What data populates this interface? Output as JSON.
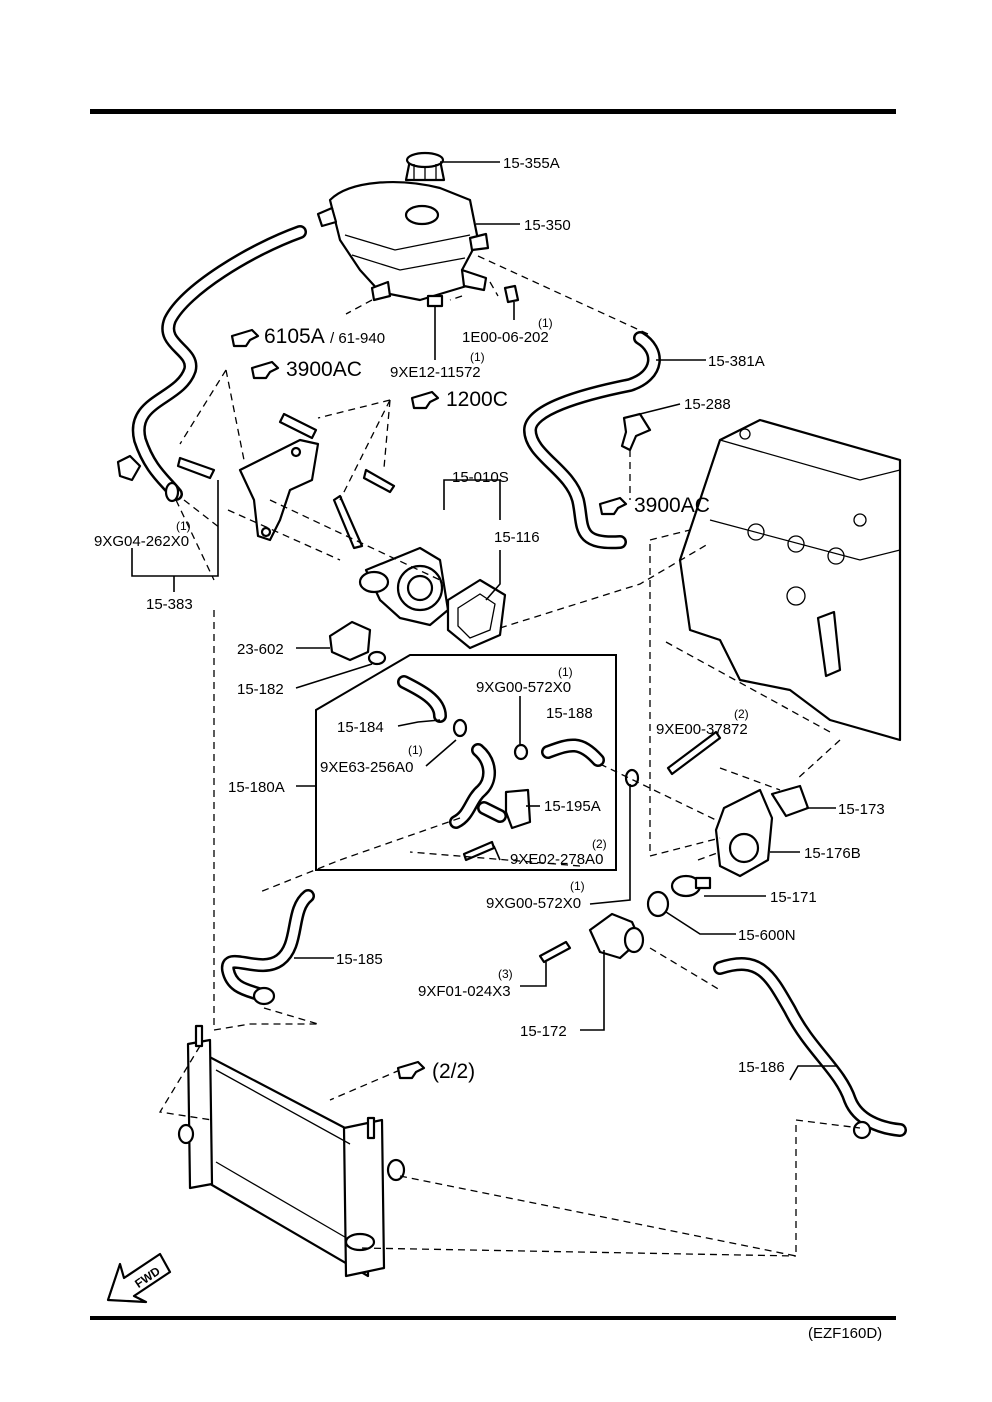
{
  "parts": {
    "p15_355A": "15-355A",
    "p15_350": "15-350",
    "p1E00": "1E00-06-202",
    "p1E00_qty": "(1)",
    "p9XE12": "9XE12-11572",
    "p9XE12_qty": "(1)",
    "p15_381A": "15-381A",
    "p15_288": "15-288",
    "p15_010S": "15-010S",
    "p15_116": "15-116",
    "p9XG04": "9XG04-262X0",
    "p9XG04_qty": "(1)",
    "p15_383": "15-383",
    "p23_602": "23-602",
    "p15_182": "15-182",
    "p15_184": "15-184",
    "p9XG00a": "9XG00-572X0",
    "p9XG00a_qty": "(1)",
    "p15_188": "15-188",
    "p9XE63": "9XE63-256A0",
    "p9XE63_qty": "(1)",
    "p15_180A": "15-180A",
    "p15_195A": "15-195A",
    "p9XE02": "9XE02-278A0",
    "p9XE02_qty": "(2)",
    "p9XE00": "9XE00-37872",
    "p9XE00_qty": "(2)",
    "p15_173": "15-173",
    "p15_176B": "15-176B",
    "p15_171": "15-171",
    "p9XG00b": "9XG00-572X0",
    "p9XG00b_qty": "(1)",
    "p15_600N": "15-600N",
    "p15_185": "15-185",
    "p9XF01": "9XF01-024X3",
    "p9XF01_qty": "(3)",
    "p15_172": "15-172",
    "p15_186": "15-186"
  },
  "refs": {
    "r6105A": "6105A",
    "r61940": " / 61-940",
    "r3900AC_a": "3900AC",
    "r1200C": "1200C",
    "r3900AC_b": "3900AC",
    "r22": "(2/2)"
  },
  "fwd": "FWD",
  "figure_code": "(EZF160D)"
}
